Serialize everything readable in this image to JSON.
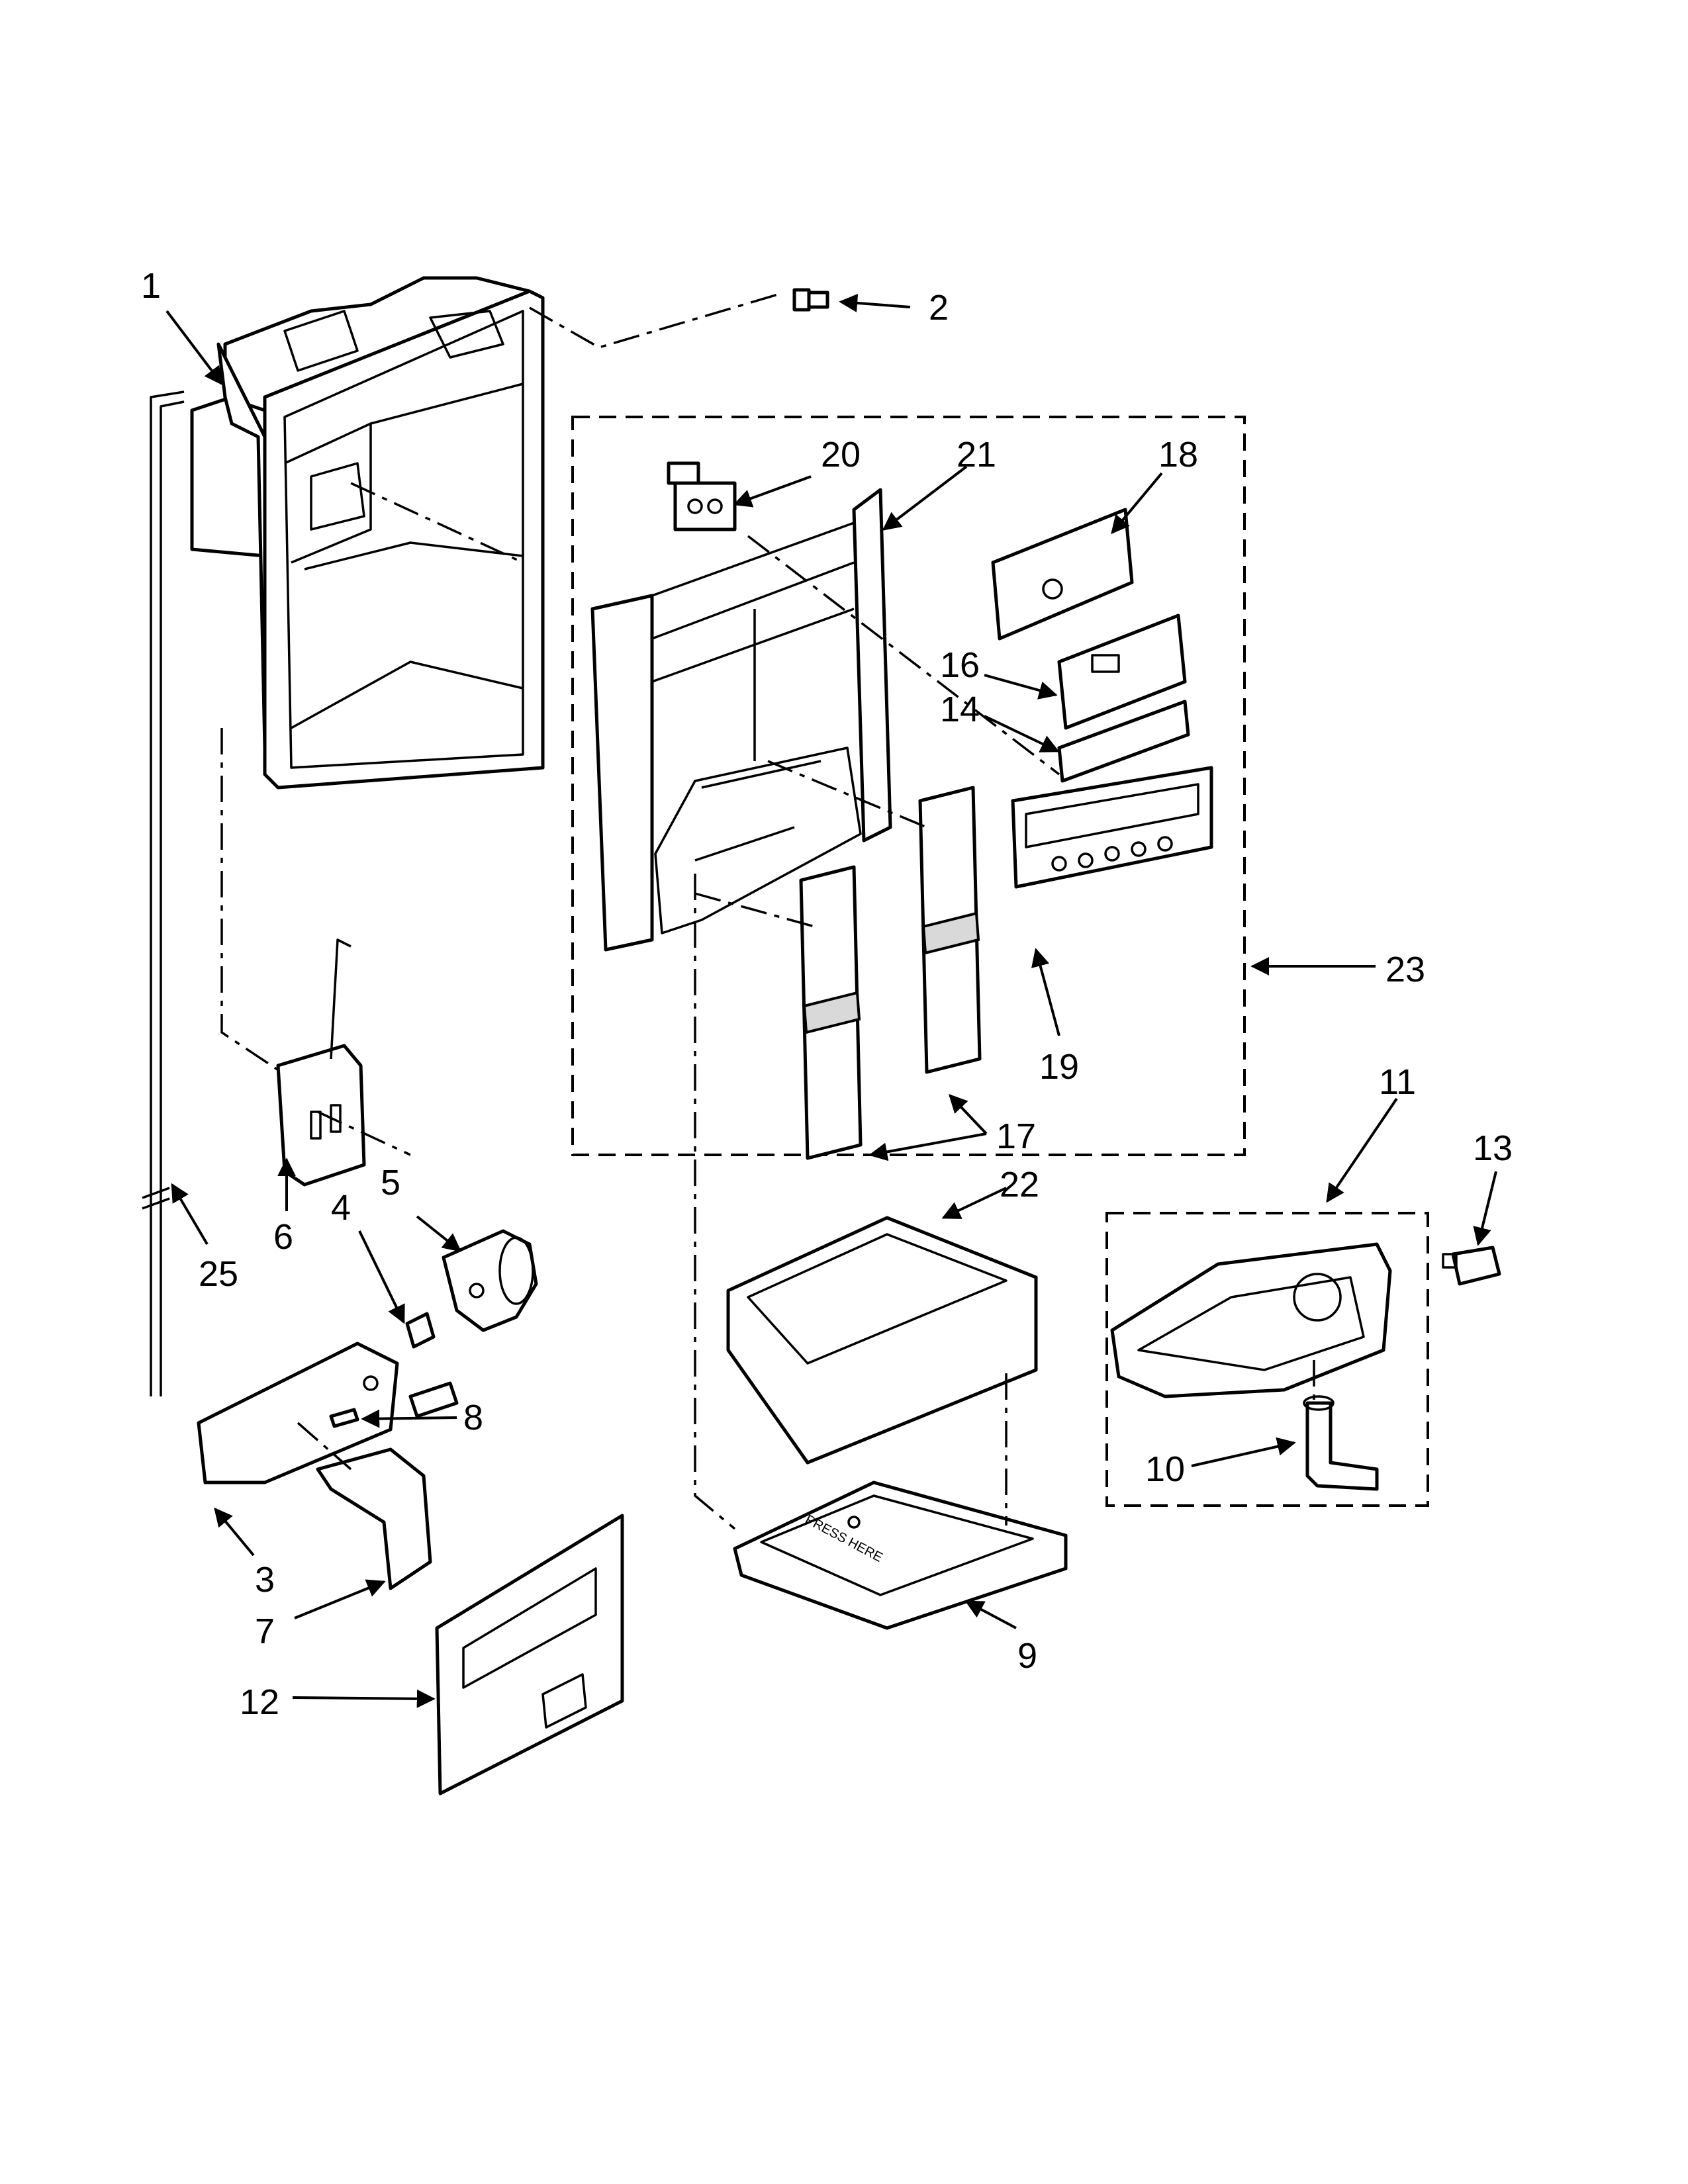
{
  "callouts": [
    "1",
    "2",
    "3",
    "4",
    "5",
    "6",
    "7",
    "8",
    "9",
    "10",
    "11",
    "12",
    "13",
    "14",
    "16",
    "17",
    "18",
    "19",
    "20",
    "21",
    "22",
    "23",
    "25"
  ],
  "stamp_text": "PRESS HERE"
}
